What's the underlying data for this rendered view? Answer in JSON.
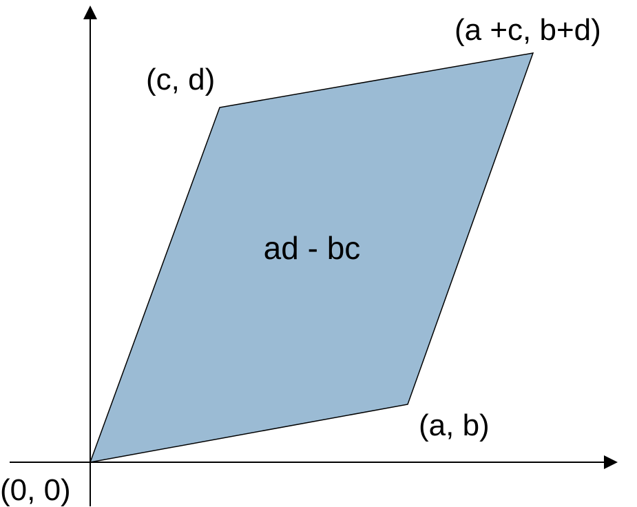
{
  "colors": {
    "fill": "#9bbbd4",
    "stroke": "#000000",
    "axis": "#000000"
  },
  "labels": {
    "origin": "(0, 0)",
    "vector_ab": "(a, b)",
    "vector_cd": "(c, d)",
    "sum": "(a +c, b+d)",
    "area": "ad - bc"
  }
}
